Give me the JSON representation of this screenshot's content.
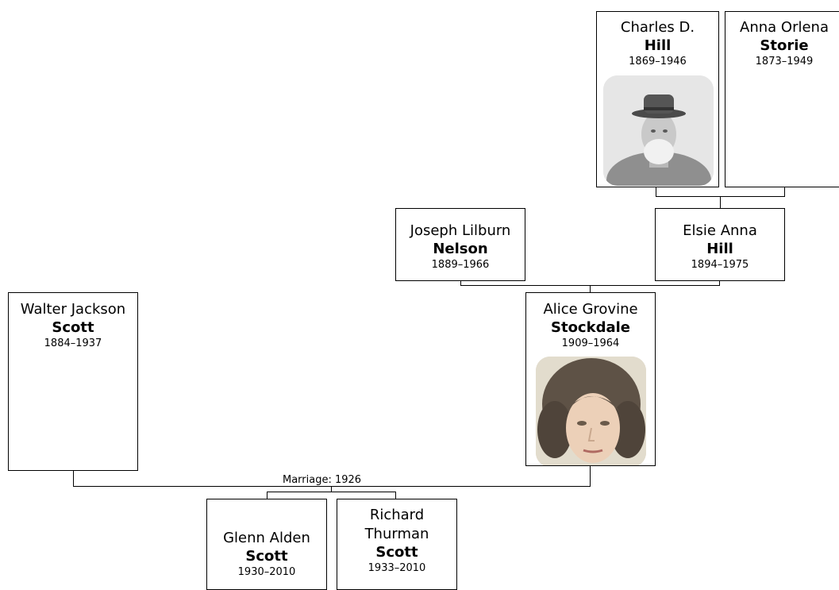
{
  "tree": {
    "people": {
      "charles": {
        "given": "Charles D.",
        "surname": "Hill",
        "years": "1869–1946",
        "has_photo": true
      },
      "anna": {
        "given": "Anna Orlena",
        "surname": "Storie",
        "years": "1873–1949",
        "has_photo": false
      },
      "joseph": {
        "given": "Joseph Lilburn",
        "surname": "Nelson",
        "years": "1889–1966",
        "has_photo": false
      },
      "elsie": {
        "given": "Elsie Anna",
        "surname": "Hill",
        "years": "1894–1975",
        "has_photo": false
      },
      "walter": {
        "given": "Walter Jackson",
        "surname": "Scott",
        "years": "1884–1937",
        "has_photo": false
      },
      "alice": {
        "given": "Alice Grovine",
        "surname": "Stockdale",
        "years": "1909–1964",
        "has_photo": true
      },
      "glenn": {
        "given": "Glenn Alden",
        "surname": "Scott",
        "years": "1930–2010",
        "has_photo": false
      },
      "richard": {
        "given": "Richard Thurman",
        "surname": "Scott",
        "years": "1933–2010",
        "has_photo": false
      }
    },
    "marriage_label": "Marriage: 1926",
    "colors": {
      "border": "#000000",
      "background": "#ffffff"
    }
  }
}
